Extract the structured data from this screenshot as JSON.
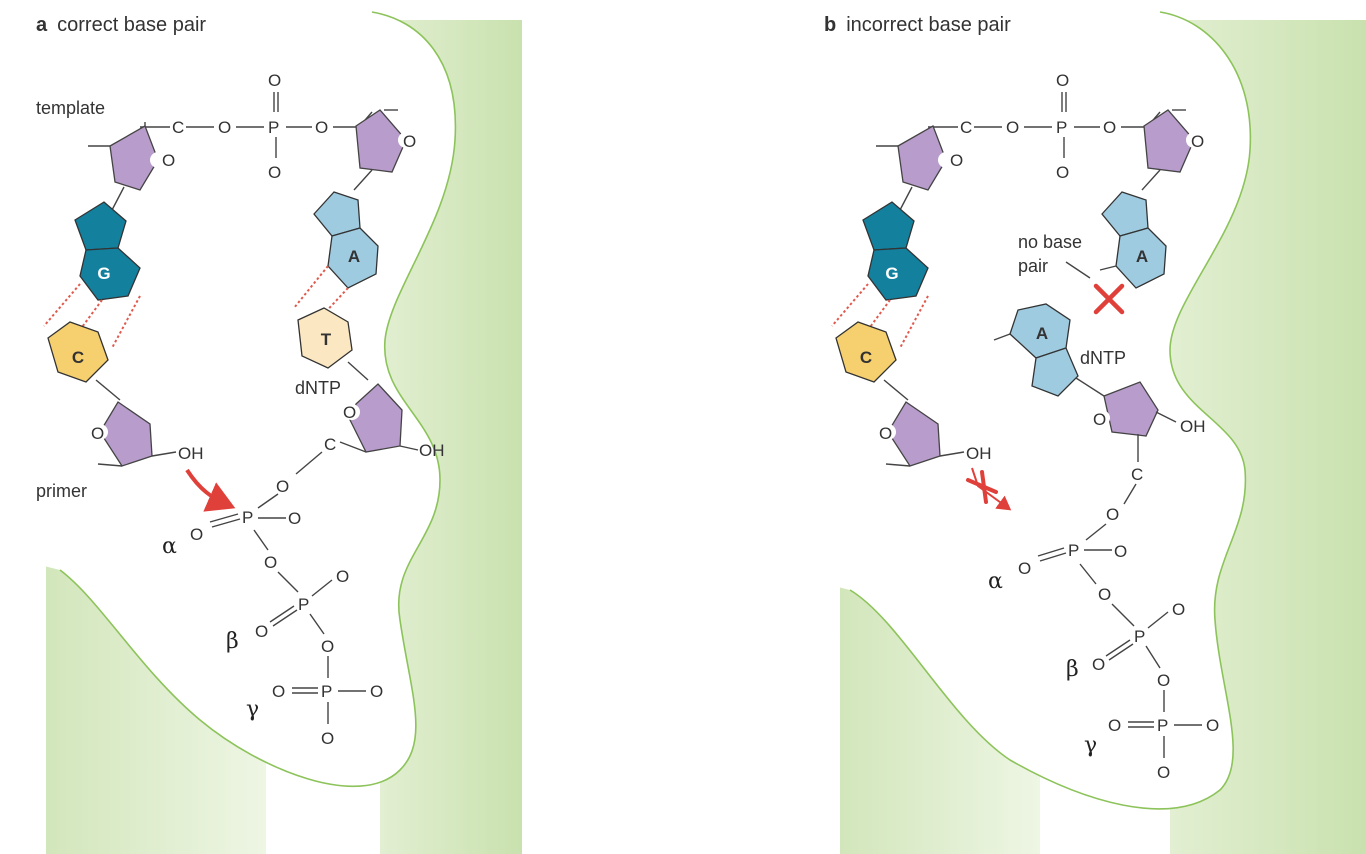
{
  "panel_a": {
    "letter": "a",
    "title": "correct base pair",
    "template_label": "template",
    "primer_label": "primer",
    "dntp_label": "dNTP",
    "bases": {
      "g": "G",
      "c": "C",
      "a": "A",
      "t": "T"
    },
    "atoms": {
      "o": "O",
      "p": "P",
      "c": "C",
      "oh": "OH"
    },
    "greek": {
      "alpha": "α",
      "beta": "β",
      "gamma": "γ"
    }
  },
  "panel_b": {
    "letter": "b",
    "title": "incorrect base pair",
    "no_pair_line1": "no base",
    "no_pair_line2": "pair",
    "dntp_label": "dNTP",
    "bases": {
      "g": "G",
      "c": "C",
      "a": "A",
      "a_incoming": "A"
    },
    "atoms": {
      "o": "O",
      "p": "P",
      "c": "C",
      "oh": "OH"
    },
    "greek": {
      "alpha": "α",
      "beta": "β",
      "gamma": "γ"
    }
  },
  "colors": {
    "background_shade": "#dcebc8",
    "blob_border": "#8cc35a",
    "sugar": "#b89ccb",
    "guanine": "#13809e",
    "cytosine": "#f6cf6e",
    "adenine": "#9ecbe0",
    "thymine": "#fbe8c2",
    "hydrogen_bond": "#e05a4e",
    "arrow": "#e0403a"
  }
}
